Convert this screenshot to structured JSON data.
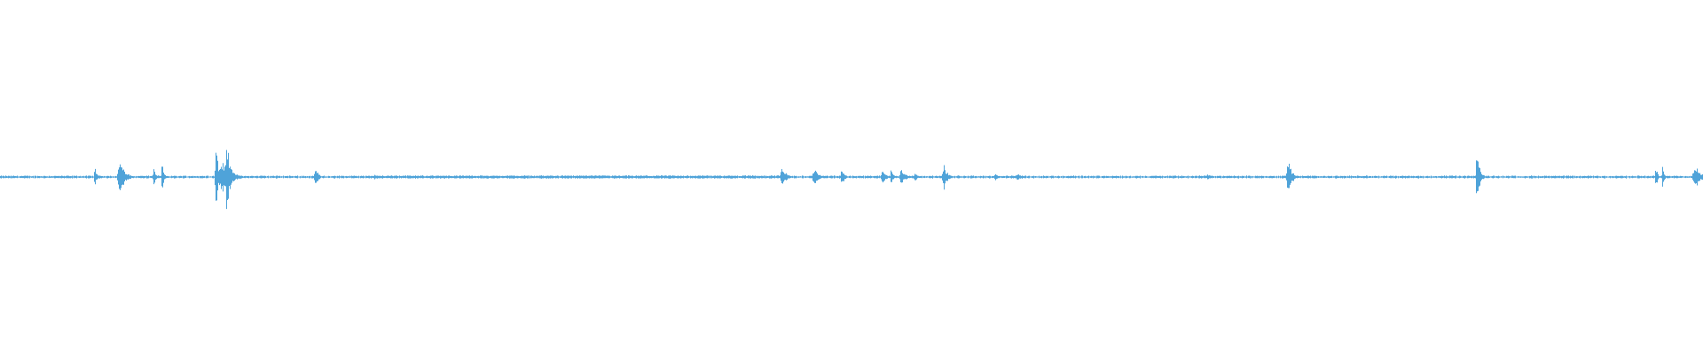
{
  "waveform": {
    "color": "#4fa3d9",
    "background": "#ffffff",
    "baseline_level": 0.006,
    "bursts": [
      {
        "t": 0.0555,
        "amp": 0.06,
        "width": 0.0012
      },
      {
        "t": 0.07,
        "amp": 0.11,
        "width": 0.003
      },
      {
        "t": 0.071,
        "amp": 0.07,
        "width": 0.002
      },
      {
        "t": 0.09,
        "amp": 0.07,
        "width": 0.001
      },
      {
        "t": 0.095,
        "amp": 0.12,
        "width": 0.0008
      },
      {
        "t": 0.1265,
        "amp": 0.3,
        "width": 0.001
      },
      {
        "t": 0.133,
        "amp": 0.24,
        "width": 0.002
      },
      {
        "t": 0.13,
        "amp": 0.1,
        "width": 0.005
      },
      {
        "t": 0.185,
        "amp": 0.07,
        "width": 0.0015
      },
      {
        "t": 0.22,
        "amp": 0.025,
        "width": 0.001
      },
      {
        "t": 0.459,
        "amp": 0.06,
        "width": 0.0025
      },
      {
        "t": 0.478,
        "amp": 0.05,
        "width": 0.003
      },
      {
        "t": 0.494,
        "amp": 0.06,
        "width": 0.0015
      },
      {
        "t": 0.518,
        "amp": 0.05,
        "width": 0.002
      },
      {
        "t": 0.523,
        "amp": 0.07,
        "width": 0.001
      },
      {
        "t": 0.529,
        "amp": 0.05,
        "width": 0.0025
      },
      {
        "t": 0.537,
        "amp": 0.04,
        "width": 0.0012
      },
      {
        "t": 0.554,
        "amp": 0.08,
        "width": 0.002
      },
      {
        "t": 0.584,
        "amp": 0.03,
        "width": 0.0012
      },
      {
        "t": 0.5975,
        "amp": 0.025,
        "width": 0.003
      },
      {
        "t": 0.709,
        "amp": 0.025,
        "width": 0.0015
      },
      {
        "t": 0.756,
        "amp": 0.13,
        "width": 0.002
      },
      {
        "t": 0.867,
        "amp": 0.18,
        "width": 0.0015
      },
      {
        "t": 0.972,
        "amp": 0.08,
        "width": 0.001
      },
      {
        "t": 0.976,
        "amp": 0.07,
        "width": 0.001
      },
      {
        "t": 0.995,
        "amp": 0.08,
        "width": 0.003
      }
    ],
    "noise_regions": [
      {
        "start": 0.22,
        "end": 0.46,
        "level": 0.01
      }
    ]
  }
}
